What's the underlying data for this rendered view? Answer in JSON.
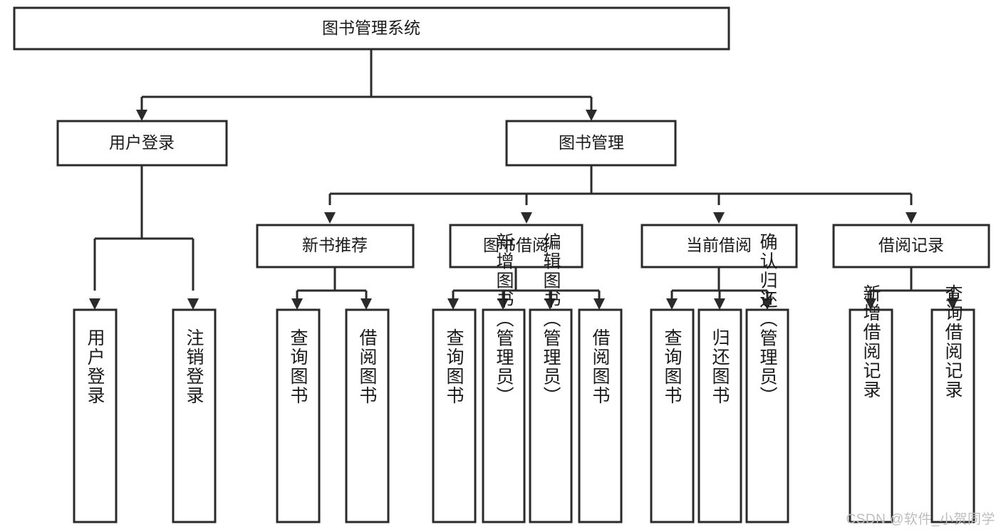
{
  "diagram": {
    "type": "tree-hierarchy-chart",
    "title": "图书管理系统",
    "watermark": "CSDN @软件_小贺同学",
    "colors": {
      "stroke": "#2b2b2b",
      "fill": "#ffffff",
      "text": "#1a1a1a",
      "watermark": "#bdbdbd",
      "background": "#ffffff"
    },
    "nodes": {
      "root": {
        "label": "图书管理系统"
      },
      "level1": [
        {
          "id": "user-login",
          "label": "用户登录"
        },
        {
          "id": "book-management",
          "label": "图书管理"
        }
      ],
      "level2": [
        {
          "id": "new-book-recommend",
          "label": "新书推荐"
        },
        {
          "id": "book-borrow",
          "label": "图书借阅"
        },
        {
          "id": "current-borrow",
          "label": "当前借阅"
        },
        {
          "id": "borrow-record",
          "label": "借阅记录"
        }
      ],
      "leaves": {
        "user-login": [
          {
            "id": "leaf-user-login",
            "label": "用户登录"
          },
          {
            "id": "leaf-user-logout",
            "label": "注销登录"
          }
        ],
        "new-book-recommend": [
          {
            "id": "leaf-query-book-1",
            "label": "查询图书"
          },
          {
            "id": "leaf-borrow-book-1",
            "label": "借阅图书"
          }
        ],
        "book-borrow": [
          {
            "id": "leaf-query-book-2",
            "label": "查询图书"
          },
          {
            "id": "leaf-add-book",
            "label": "新增图书（管理员）"
          },
          {
            "id": "leaf-edit-book",
            "label": "编辑图书（管理员）"
          },
          {
            "id": "leaf-borrow-book-2",
            "label": "借阅图书"
          }
        ],
        "current-borrow": [
          {
            "id": "leaf-query-book-3",
            "label": "查询图书"
          },
          {
            "id": "leaf-return-book",
            "label": "归还图书"
          },
          {
            "id": "leaf-confirm-return",
            "label": "确认归还（管理员）"
          }
        ],
        "borrow-record": [
          {
            "id": "leaf-add-record",
            "label": "新增借阅记录"
          },
          {
            "id": "leaf-query-record",
            "label": "查询借阅记录"
          }
        ]
      }
    }
  }
}
